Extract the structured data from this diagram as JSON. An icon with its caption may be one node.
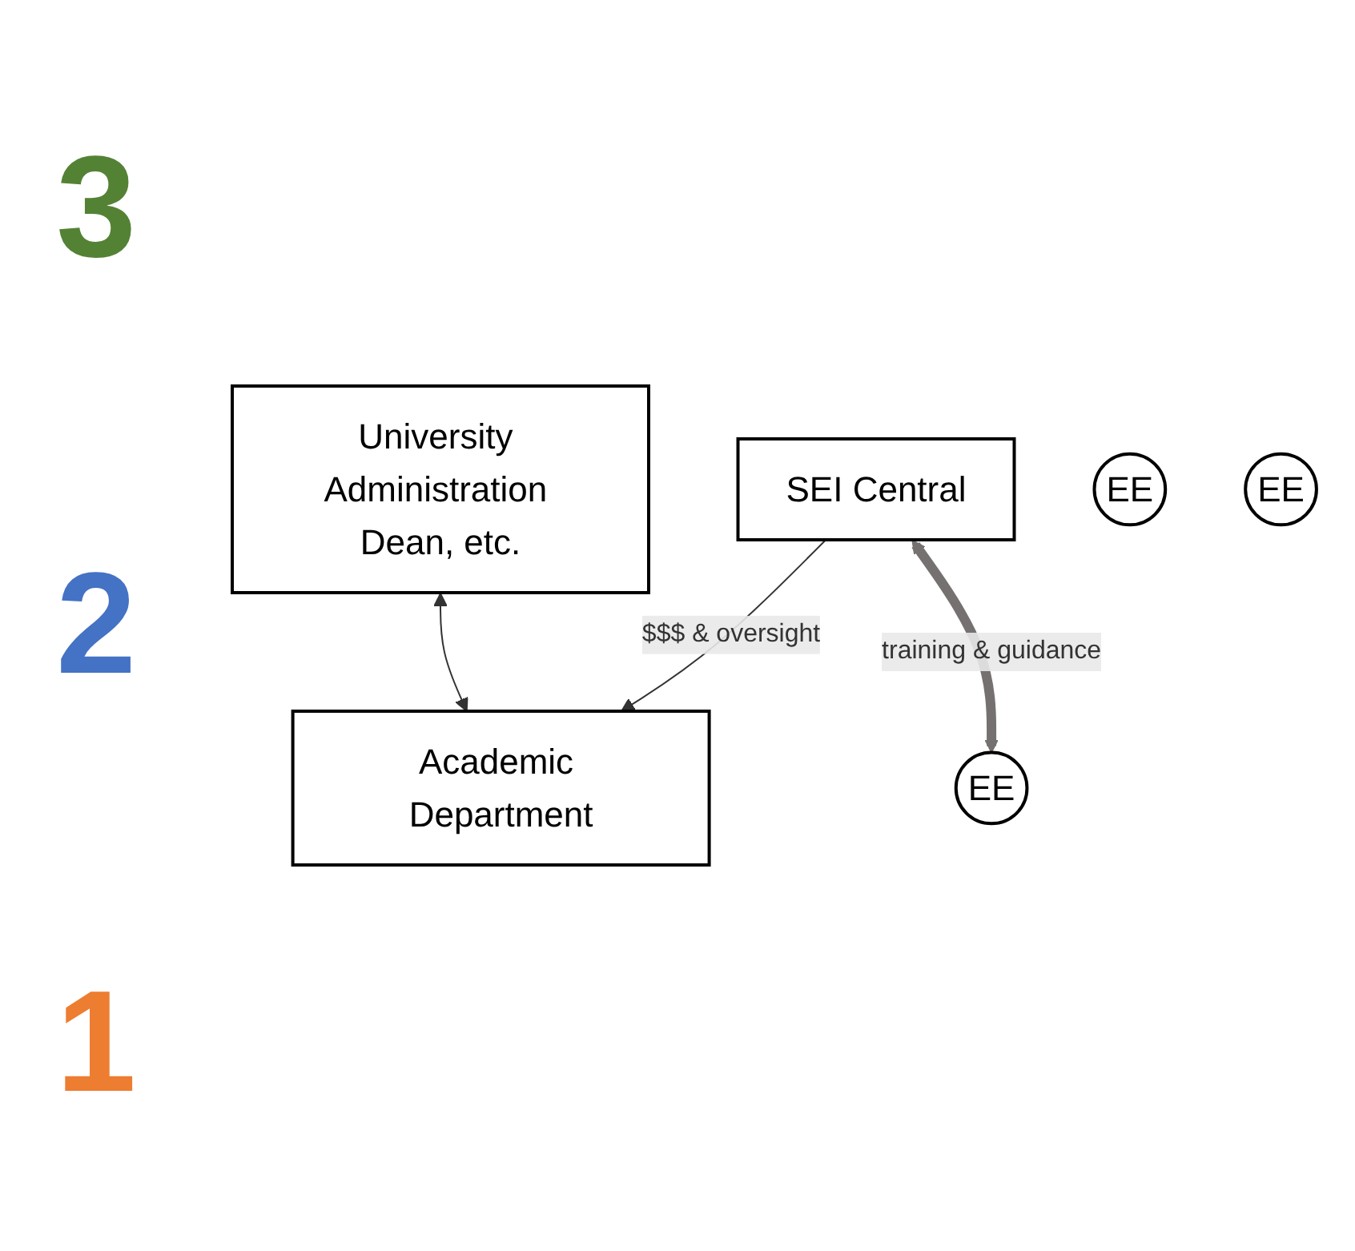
{
  "diagram": {
    "nodes": [
      {
        "text": [
          "University Administration Dean, etc."
        ]
      },
      {
        "text": [
          "SEI Central"
        ]
      },
      {
        "text": [
          "Academic Department"
        ]
      },
      {
        "text": [
          "EE"
        ]
      },
      {
        "text": [
          "EE"
        ]
      },
      {
        "text": [
          "EE"
        ]
      }
    ],
    "edges": [
      {
        "from": 0,
        "to": 2,
        "arrow": "both"
      },
      {
        "from": 1,
        "to": 2,
        "arrow": "to",
        "label": "$$$ & oversight"
      },
      {
        "from": 1,
        "to": 5,
        "arrow": "both",
        "label": "training & guidance",
        "style": "thick",
        "color": "#767171"
      }
    ],
    "labels": [
      "3",
      "2",
      "1"
    ]
  }
}
